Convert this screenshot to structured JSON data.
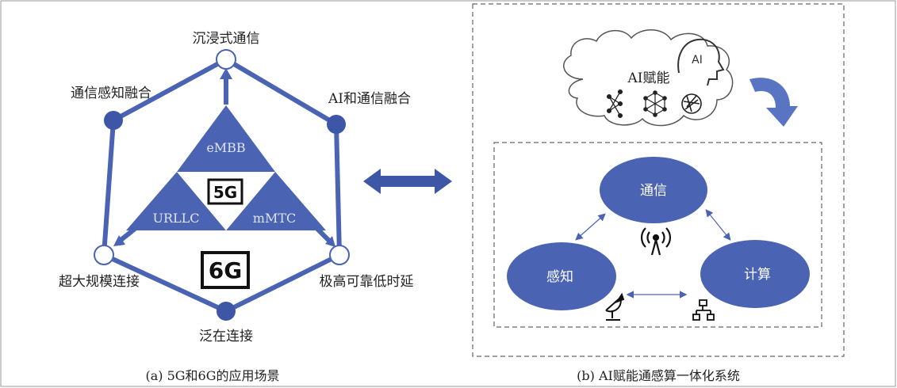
{
  "panel_a": {
    "nodes": {
      "top": "沉浸式通信",
      "upper_left": "通信感知融合",
      "upper_right": "AI和通信融合",
      "lower_left": "超大规模连接",
      "lower_right": "极高可靠低时延",
      "bottom": "泛在连接"
    },
    "triangle": {
      "top": "eMBB",
      "left": "URLLC",
      "right": "mMTC",
      "center_badge": "5G"
    },
    "outer_badge": "6G",
    "caption": "(a) 5G和6G的应用场景"
  },
  "panel_b": {
    "cloud_label": "AI赋能",
    "cloud_icon_text": "AI",
    "ellipses": {
      "communication": "通信",
      "sensing": "感知",
      "computing": "计算"
    },
    "caption": "(b) AI赋能通感算一体化系统"
  },
  "colors": {
    "primary_blue": "#4a63b3",
    "node_fill": "#3d56a6",
    "line": "#4a63b3"
  }
}
